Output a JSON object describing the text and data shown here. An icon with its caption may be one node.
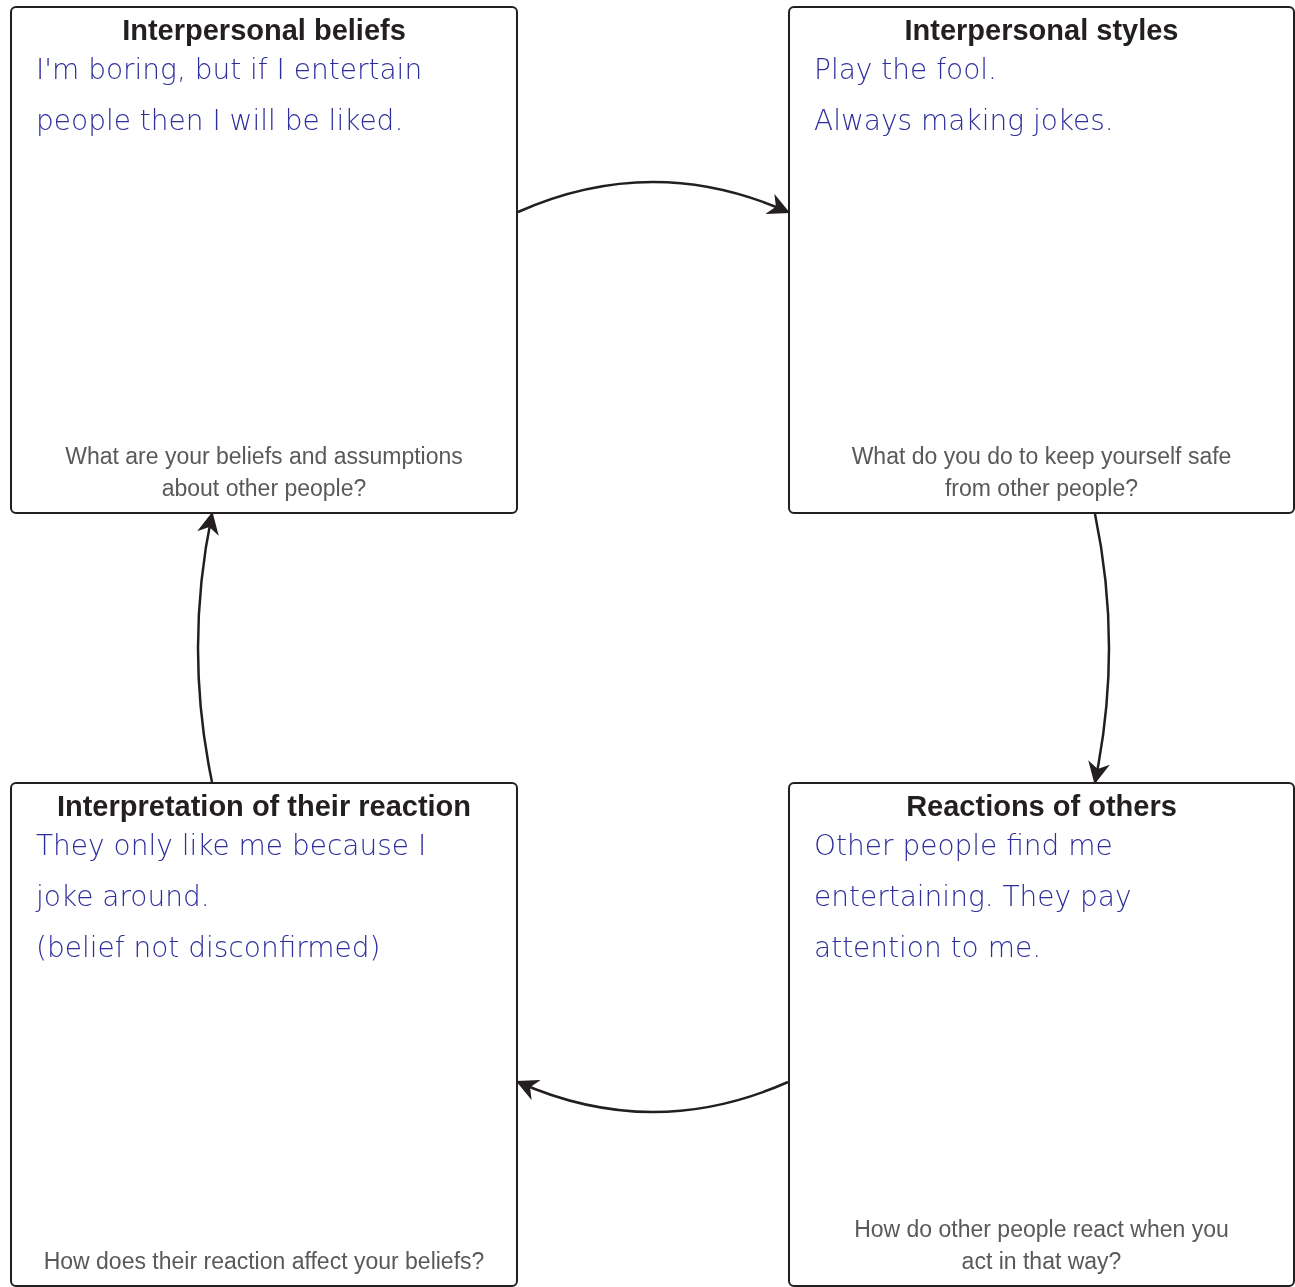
{
  "diagram": {
    "nodes": [
      {
        "text": [
          "Interpersonal beliefs",
          "I'm boring, but if I entertain people then I will be liked.",
          "What are your beliefs and assumptions about other people?"
        ]
      },
      {
        "text": [
          "Interpersonal styles",
          "Play the fool.",
          "Always making jokes.",
          "What do you do to keep yourself safe from other people?"
        ]
      },
      {
        "text": [
          "Interpretation of their reaction",
          "They only like me because I joke around.",
          "(belief not disconfirmed)",
          "How does their reaction affect your beliefs?"
        ]
      },
      {
        "text": [
          "Reactions of others",
          "Other people find me entertaining. They pay attention to me.",
          "How do other people react when you act in that way?"
        ]
      }
    ],
    "edges": [
      {
        "from": 0,
        "to": 1,
        "arrow": "to"
      },
      {
        "from": 1,
        "to": 3,
        "arrow": "to"
      },
      {
        "from": 3,
        "to": 2,
        "arrow": "to"
      },
      {
        "from": 2,
        "to": 0,
        "arrow": "to"
      }
    ]
  }
}
